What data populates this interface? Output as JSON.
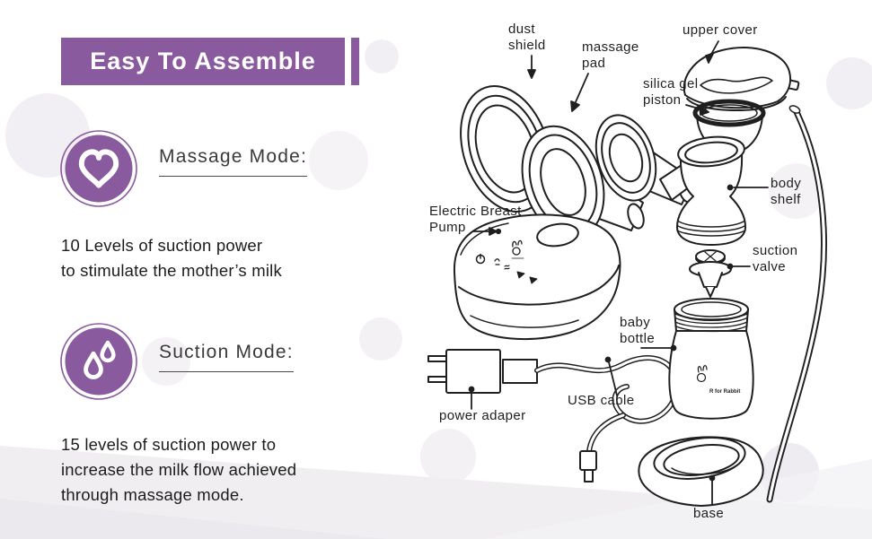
{
  "header": {
    "title": "Easy To Assemble"
  },
  "modes": [
    {
      "label": "Massage Mode:",
      "icon": "heart-icon",
      "description": "10 Levels of suction power\nto stimulate the mother’s milk"
    },
    {
      "label": "Suction Mode:",
      "icon": "water-drops-icon",
      "description": "15 levels of suction power to\nincrease the milk flow achieved\nthrough massage mode."
    }
  ],
  "diagram": {
    "labels": {
      "dust_shield": "dust\nshield",
      "massage_pad": "massage\npad",
      "upper_cover": "upper cover",
      "silica_gel_piston": "silica gel\npiston",
      "body_shelf": "body\nshelf",
      "electric_breast_pump": "Electric Breast\nPump",
      "suction_valve": "suction\nvalve",
      "baby_bottle": "baby\nbottle",
      "usb_cable": "USB cable",
      "power_adaper": "power adaper",
      "base": "base"
    },
    "brand": "R for Rabbit"
  },
  "colors": {
    "purple": "#8a5a9e",
    "text": "#1f1f1f",
    "line_art": "#1f1f1f",
    "bg_shape": "#f2eff4"
  }
}
